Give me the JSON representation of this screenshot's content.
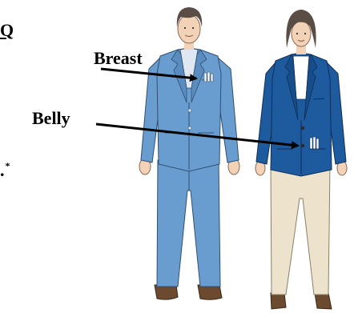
{
  "labels": {
    "breast": "Breast",
    "belly": "Belly"
  },
  "fragments": {
    "top": "Q",
    "mid": ".",
    "mid_sup": "*"
  },
  "colors": {
    "man_suit": "#6a9dcf",
    "woman_jacket": "#1e5a9e",
    "woman_pants": "#ede3cc",
    "skin": "#f3d3b8",
    "hair": "#5a4d45",
    "shoes": "#6b4a2f"
  }
}
